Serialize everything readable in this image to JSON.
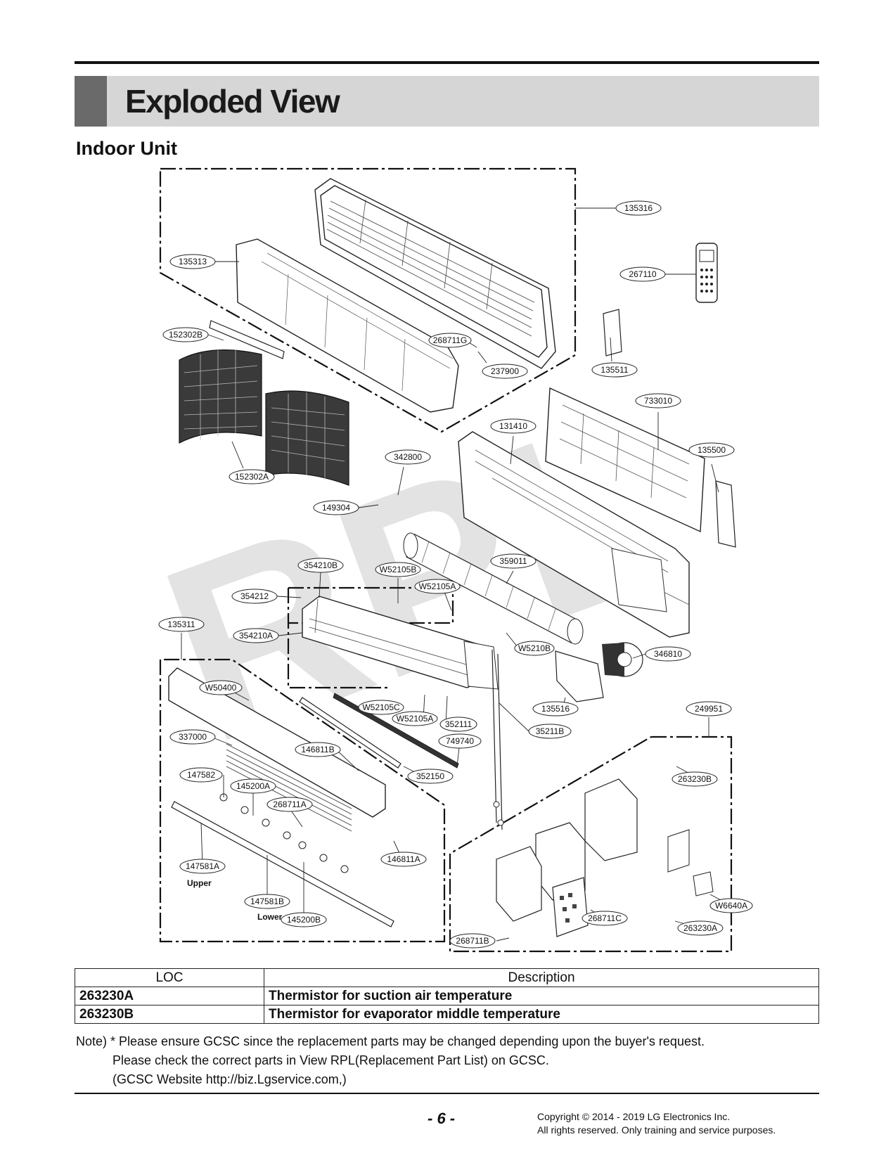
{
  "header": {
    "title": "Exploded View",
    "subtitle": "Indoor Unit"
  },
  "diagram": {
    "watermark": "RPL",
    "part_labels": [
      "135316",
      "135313",
      "267110",
      "152302B",
      "268711G",
      "237900",
      "135511",
      "733010",
      "131410",
      "135500",
      "342800",
      "152302A",
      "149304",
      "354210B",
      "W52105B",
      "359011",
      "W52105A",
      "354212",
      "135311",
      "354210A",
      "W5210B",
      "346810",
      "W50400",
      "W52105C",
      "135516",
      "249951",
      "W52105A",
      "352111",
      "35211B",
      "337000",
      "749740",
      "146811B",
      "352150",
      "263230B",
      "147582",
      "145200A",
      "268711A",
      "146811A",
      "147581A",
      "147581B",
      "145200B",
      "268711C",
      "W6640A",
      "263230A",
      "268711B"
    ],
    "sub_labels": {
      "upper": "Upper",
      "lower": "Lower"
    }
  },
  "table": {
    "headers": [
      "LOC",
      "Description"
    ],
    "rows": [
      [
        "263230A",
        "Thermistor for suction air temperature"
      ],
      [
        "263230B",
        "Thermistor for evaporator middle temperature"
      ]
    ]
  },
  "note": {
    "line1": "Note) * Please ensure GCSC since the replacement parts may be changed depending upon the buyer's request.",
    "line2": "Please check  the correct parts in View RPL(Replacement Part List) on GCSC.",
    "line3": "(GCSC Website   http://biz.Lgservice.com,)"
  },
  "footer": {
    "page_number": "- 6 -",
    "copyright_line1": "Copyright © 2014 - 2019 LG Electronics Inc.",
    "copyright_line2": "All rights reserved. Only training and service purposes."
  }
}
